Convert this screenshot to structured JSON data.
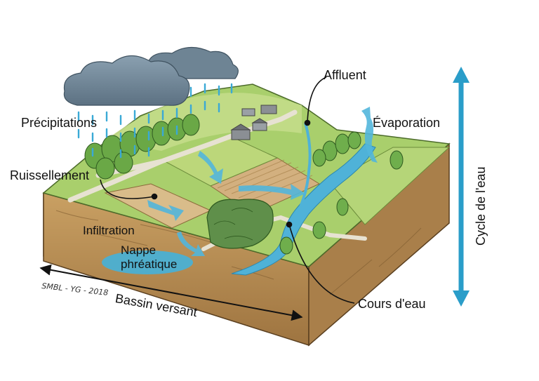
{
  "labels": {
    "precipitations": "Précipitations",
    "ruissellement": "Ruissellement",
    "infiltration": "Infiltration",
    "nappe": "Nappe phréatique",
    "affluent": "Affluent",
    "evaporation": "Évaporation",
    "cours_eau": "Cours d'eau",
    "bassin": "Bassin versant",
    "cycle": "Cycle de l'eau",
    "credit": "SMBL - YG - 2018"
  },
  "colors": {
    "water": "#3ba3cc",
    "cloud": "#6f8596",
    "soil": "#b98f54",
    "soil_dark": "#8e6a3c",
    "grass": "#a7cd6a",
    "forest": "#4e8c3a",
    "field": "#c9a876",
    "arrow_black": "#111111"
  }
}
